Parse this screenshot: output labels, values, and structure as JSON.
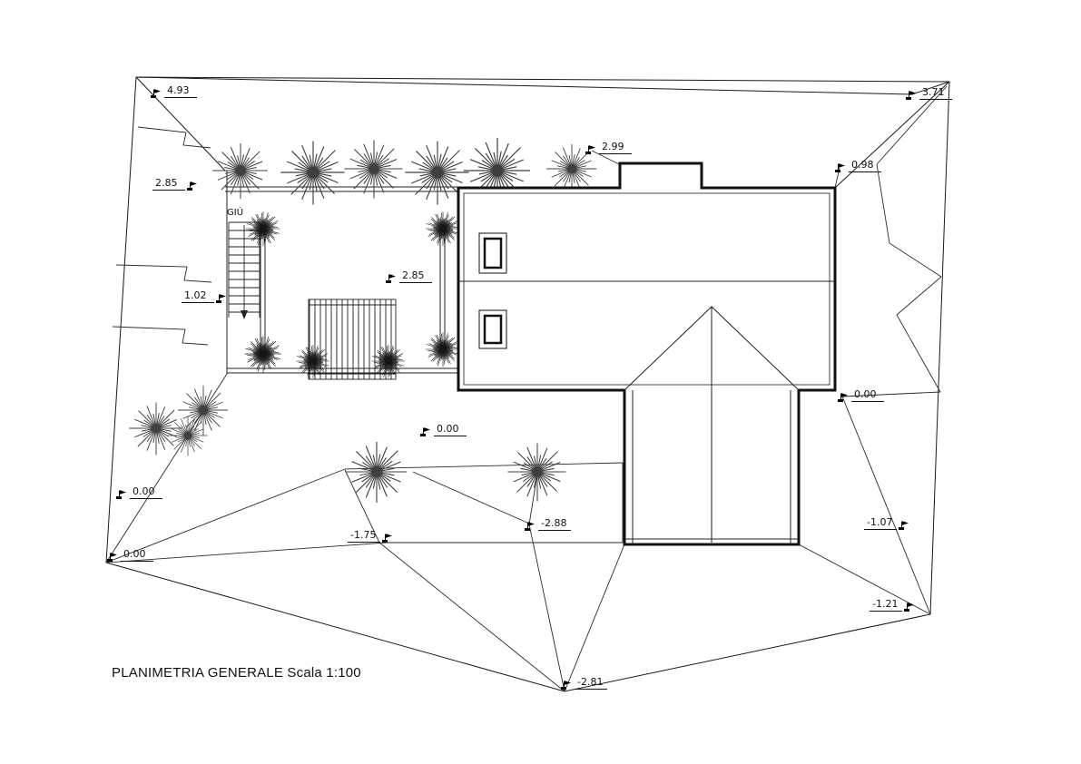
{
  "title": "PLANIMETRIA GENERALE Scala 1:100",
  "plan": {
    "stair_direction_label": "GIÙ",
    "markers": [
      {
        "label": "4.93"
      },
      {
        "label": "3.71"
      },
      {
        "label": "2.85"
      },
      {
        "label": "2.99"
      },
      {
        "label": "0.98"
      },
      {
        "label": "2.85"
      },
      {
        "label": "1.02"
      },
      {
        "label": "0.00"
      },
      {
        "label": "0.00"
      },
      {
        "label": "0.00"
      },
      {
        "label": "0.00"
      },
      {
        "label": "-1.75"
      },
      {
        "label": "-2.88"
      },
      {
        "label": "-1.07"
      },
      {
        "label": "-1.21"
      },
      {
        "label": "-2.81"
      }
    ]
  },
  "colors": {
    "line": "#1a1a1a",
    "wall": "#111111",
    "tree": "#3f3f3f",
    "shrub": "#161616",
    "background": "#ffffff"
  }
}
